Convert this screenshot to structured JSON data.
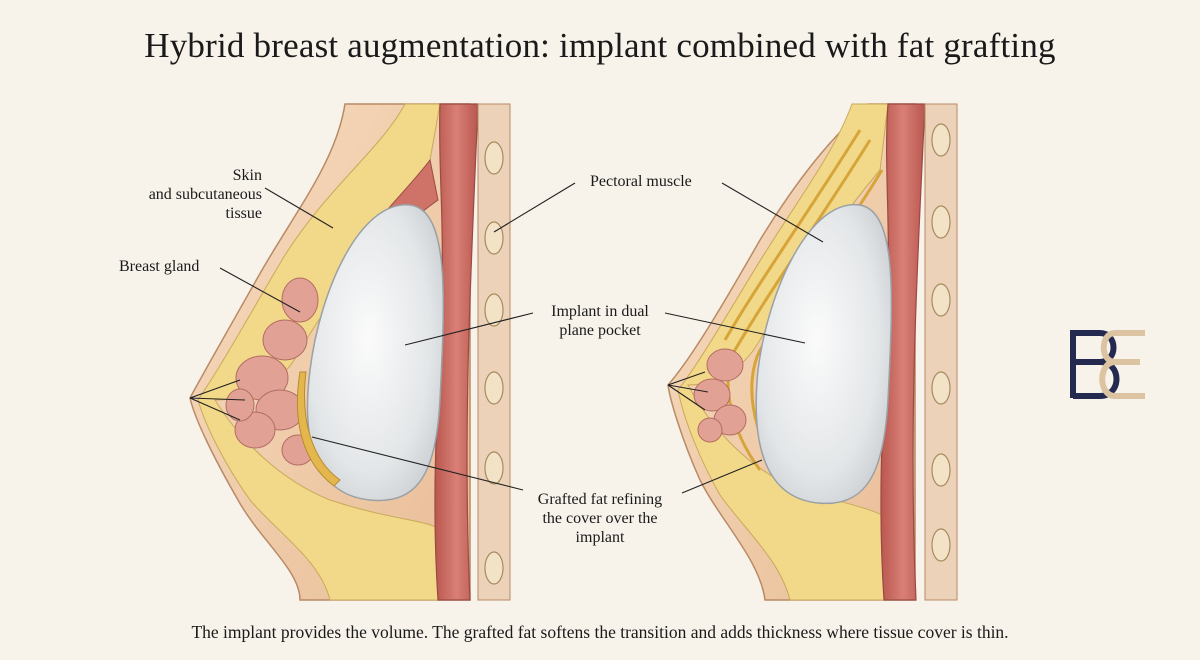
{
  "title": "Hybrid breast augmentation: implant combined with fat grafting",
  "labels": {
    "skin": [
      "Skin",
      "and subcutaneous",
      "tissue"
    ],
    "breast_gland": "Breast gland",
    "pectoral_muscle": "Pectoral muscle",
    "implant": [
      "Implant in dual",
      "plane pocket"
    ],
    "grafted_fat": [
      "Grafted fat refining",
      "the cover over the",
      "implant"
    ]
  },
  "caption": "The implant provides the volume. The grafted fat softens the transition and adds thickness where tissue cover is thin.",
  "colors": {
    "background": "#f7f2ea",
    "skin": "#f0cda8",
    "fat": "#f4dc8a",
    "gland": "#e2a195",
    "muscle": "#c9675c",
    "implant": "#e9ebec",
    "logo_dark": "#23294f",
    "logo_gold": "#dcc4a2"
  },
  "logo": {
    "letters": "BE"
  }
}
